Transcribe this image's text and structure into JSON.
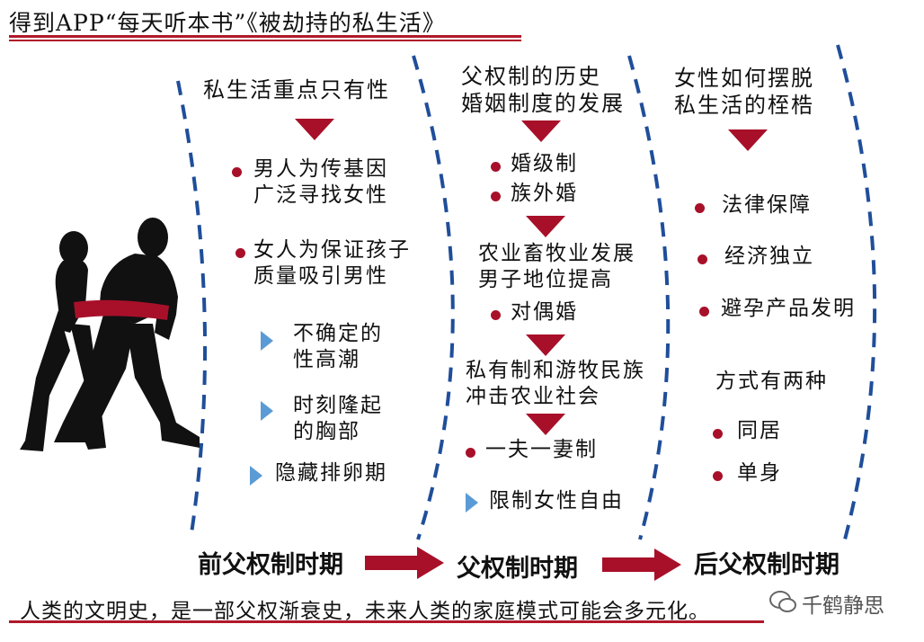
{
  "title": "得到APP“每天听本书”《被劫持的私生活》",
  "col1": {
    "heading": "私生活重点只有性",
    "bullets": [
      "男人为传基因\n广泛寻找女性",
      "女人为保证孩子\n质量吸引男性"
    ],
    "traits": [
      "不确定的\n性高潮",
      "时刻隆起\n的胸部",
      "隐藏排卵期"
    ]
  },
  "col2": {
    "heading": "父权制的历史\n婚姻制度的发展",
    "bullets_a": [
      "婚级制",
      "族外婚"
    ],
    "step1": "农业畜牧业发展\n男子地位提高",
    "bullet_b": "对偶婚",
    "step2": "私有制和游牧民族\n冲击农业社会",
    "bullet_c": "一夫一妻制",
    "trait": "限制女性自由"
  },
  "col3": {
    "heading": "女性如何摆脱\n私生活的桎梏",
    "bullets": [
      "法律保障",
      "经济独立",
      "避孕产品发明"
    ],
    "subheading": "方式有两种",
    "ways": [
      "同居",
      "单身"
    ]
  },
  "periods": [
    "前父权制时期",
    "父权制时期",
    "后父权制时期"
  ],
  "bottom_text": "人类的文明史，是一部父权渐衰史，未来人类的家庭模式可能会多元化。",
  "watermark": "千鹤静思",
  "colors": {
    "accent_red": "#a8102a",
    "dash_blue": "#1f4e9a",
    "trait_blue": "#5b9bd5"
  }
}
